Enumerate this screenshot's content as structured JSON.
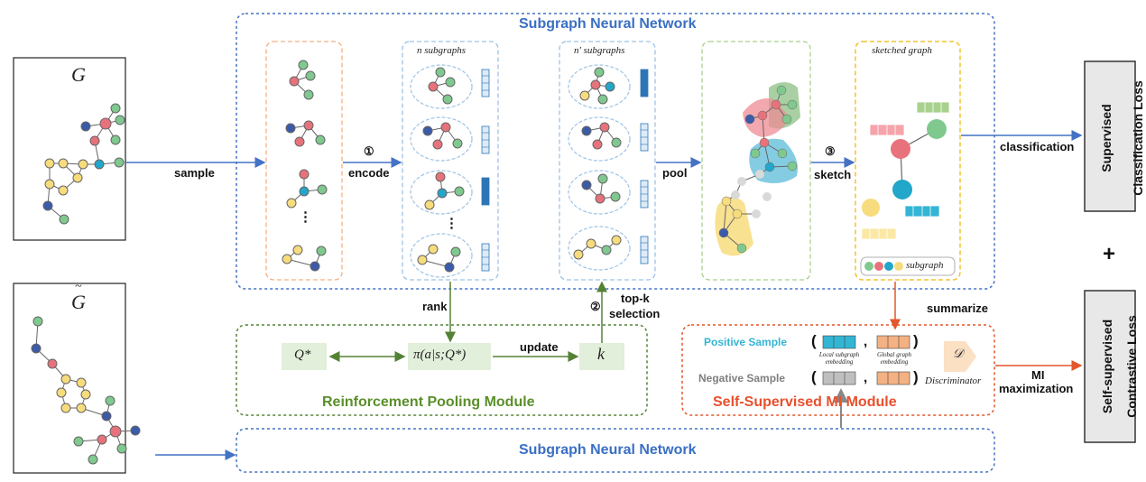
{
  "graphs": {
    "g_label": "G",
    "g_tilde_label": "G",
    "tilde_mark": "~"
  },
  "snn": {
    "top_title": "Subgraph Neural Network",
    "bottom_title": "Subgraph Neural Network"
  },
  "stages": {
    "n_subgraphs": "n subgraphs",
    "n_prime_subgraphs": "n' subgraphs",
    "sketched_graph": "sketched graph",
    "subgraph_legend": "subgraph",
    "ellipsis": "⋮"
  },
  "arrows": {
    "sample": "sample",
    "encode_num": "①",
    "encode": "encode",
    "pool": "pool",
    "sketch_num": "③",
    "sketch": "sketch",
    "classification": "classification",
    "rank": "rank",
    "topk_num": "②",
    "topk_line1": "top-k",
    "topk_line2": "selection",
    "summarize": "summarize",
    "mi_line1": "MI",
    "mi_line2": "maximization"
  },
  "rpm": {
    "title": "Reinforcement Pooling Module",
    "q_star": "Q*",
    "policy": "π(a|s;Q*)",
    "update": "update",
    "k": "k"
  },
  "mi_module": {
    "title": "Self-Supervised  MI Module",
    "positive": "Positive Sample",
    "negative": "Negative Sample",
    "local_emb": "Local subgraph embedding",
    "global_emb": "Global graph embedding",
    "discriminator": "Discriminator",
    "d_symbol": "𝒟",
    "open_paren": "(",
    "comma": ",",
    "close_paren": ")"
  },
  "losses": {
    "supervised_line1": "Supervised",
    "supervised_line2": "Classification Loss",
    "plus": "+",
    "self_line1": "Self-supervised",
    "self_line2": "Contrastive Loss"
  },
  "colors": {
    "blue_arrow": "#4472c4",
    "green_arrow": "#548235",
    "orange_arrow": "#e2572b",
    "node_red": "#e8727b",
    "node_green": "#7fc98f",
    "node_blue": "#3b5ba9",
    "node_cyan": "#22a6c9",
    "node_yellow": "#f7dc7d",
    "node_gray": "#d9d9d9",
    "snn_border": "#4472c4",
    "rpm_border": "#548235",
    "mi_border": "#e2572b",
    "rpm_title": "#5a8f29",
    "mi_title": "#e8502d"
  }
}
